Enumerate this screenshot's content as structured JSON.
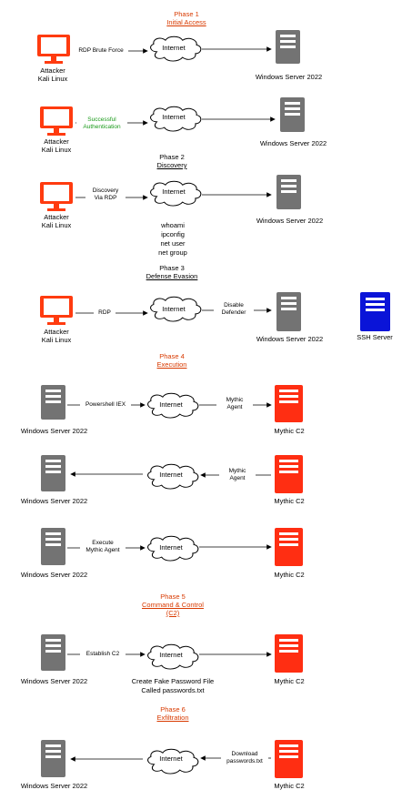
{
  "cloud_label": "Internet",
  "nodes": {
    "attacker": "Attacker\nKali Linux",
    "windows": "Windows Server 2022",
    "mythic": "Mythic C2",
    "ssh": "SSH Server"
  },
  "phases": [
    {
      "title": "Phase 1",
      "subtitle": "Initial Access",
      "color": "#d83a00"
    },
    {
      "title": "Phase 2",
      "subtitle": "Discovery",
      "color": "#000000"
    },
    {
      "title": "Phase 3",
      "subtitle": "Defense Evasion",
      "color": "#000000"
    },
    {
      "title": "Phase 4",
      "subtitle": "Execution",
      "color": "#d83a00"
    },
    {
      "title": "Phase 5",
      "subtitle": "Command & Control",
      "subtitle2": "(C2)",
      "color": "#d83a00"
    },
    {
      "title": "Phase 6",
      "subtitle": "Exfiltration",
      "color": "#d83a00"
    }
  ],
  "edge_labels": {
    "rdp_brute_force": "RDP Brute Force",
    "successful_auth": "Successful\nAuthentication",
    "discovery_via_rdp": "Discovery\nVia RDP",
    "rdp": "RDP",
    "disable_defender": "Disable\nDefender",
    "powershell_iex": "Powershell IEX",
    "mythic_agent_1": "Mythic\nAgent",
    "mythic_agent_2": "Mythic\nAgent",
    "execute_mythic_agent": "Execute\nMythic Agent",
    "establish_c2": "Establish C2",
    "download_passwords": "Download\npasswords.txt"
  },
  "notes": {
    "discovery_commands": "whoami\nipconfig\nnet user\nnet group",
    "fake_password_file": "Create Fake Password File\nCalled passwords.txt"
  },
  "colors": {
    "attacker": "#ff3b0f",
    "server_gray": "#737373",
    "mythic_red": "#ff2e12",
    "ssh_blue": "#0a14d8",
    "phase_red": "#d83a00"
  }
}
